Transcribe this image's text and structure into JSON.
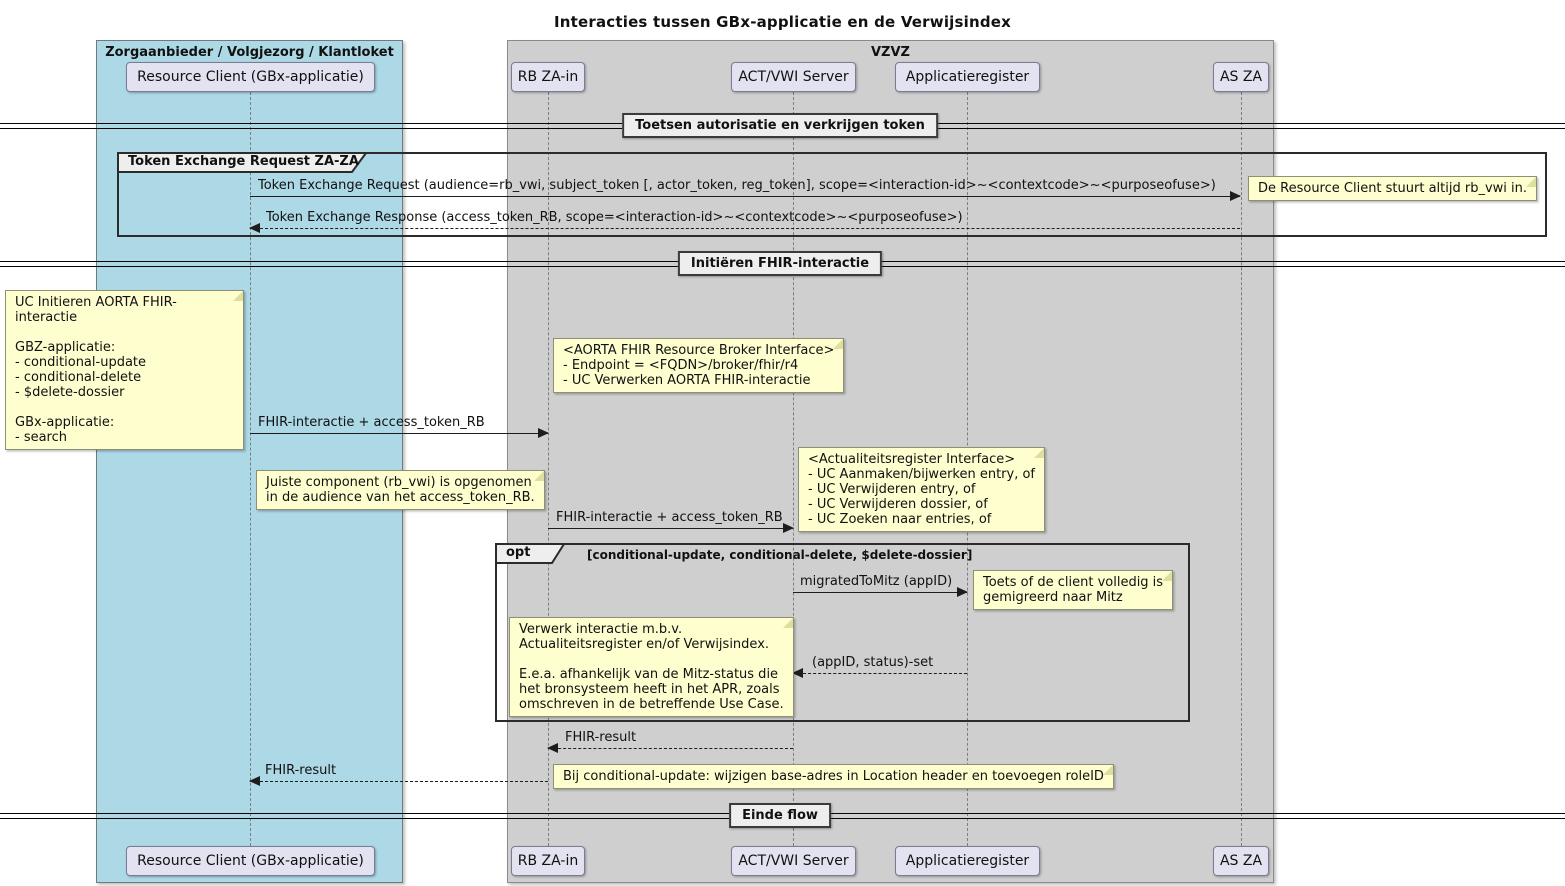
{
  "title": "Interacties tussen GBx-applicatie en de Verwijsindex",
  "colors": {
    "zorgaanbieder_box": "#add8e6",
    "vzvz_box": "#cfcfcf",
    "participant_fill": "#e2e2f0",
    "note_fill": "#fefece",
    "frame_tab_fill": "#eeeeee"
  },
  "boxes": {
    "zorgaanbieder": {
      "label": "Zorgaanbieder / Volgjezorg / Klantloket"
    },
    "vzvz": {
      "label": "VZVZ"
    }
  },
  "participants": [
    {
      "label": "Resource Client (GBx-applicatie)"
    },
    {
      "label": "RB ZA-in"
    },
    {
      "label": "ACT/VWI Server"
    },
    {
      "label": "Applicatieregister"
    },
    {
      "label": "AS ZA"
    }
  ],
  "dividers": [
    {
      "label": "Toetsen autorisatie en verkrijgen token"
    },
    {
      "label": "Initiëren FHIR-interactie"
    },
    {
      "label": "Einde flow"
    }
  ],
  "frames": {
    "token_exchange": {
      "label": "Token Exchange Request ZA-ZA"
    },
    "opt": {
      "keyword": "opt",
      "condition": "[conditional-update, conditional-delete, $delete-dossier]"
    }
  },
  "messages": [
    {
      "label": "Token Exchange Request (audience=rb_vwi, subject_token [, actor_token, reg_token], scope=<interaction-id>~<contextcode>~<purposeofuse>)",
      "style": "solid",
      "direction": "right",
      "from": "Resource Client (GBx-applicatie)",
      "to": "AS ZA"
    },
    {
      "label": "Token Exchange Response (access_token_RB, scope=<interaction-id>~<contextcode>~<purposeofuse>)",
      "style": "dashed",
      "direction": "left",
      "from": "AS ZA",
      "to": "Resource Client (GBx-applicatie)"
    },
    {
      "label": "FHIR-interactie + access_token_RB",
      "style": "solid",
      "direction": "right",
      "from": "Resource Client (GBx-applicatie)",
      "to": "RB ZA-in"
    },
    {
      "label": "FHIR-interactie + access_token_RB",
      "style": "solid",
      "direction": "right",
      "from": "RB ZA-in",
      "to": "ACT/VWI Server"
    },
    {
      "label": "migratedToMitz (appID)",
      "style": "solid",
      "direction": "right",
      "from": "ACT/VWI Server",
      "to": "Applicatieregister"
    },
    {
      "label": "(appID, status)-set",
      "style": "dashed",
      "direction": "left",
      "from": "Applicatieregister",
      "to": "ACT/VWI Server"
    },
    {
      "label": "FHIR-result",
      "style": "dashed",
      "direction": "left",
      "from": "ACT/VWI Server",
      "to": "RB ZA-in"
    },
    {
      "label": "FHIR-result",
      "style": "dashed",
      "direction": "left",
      "from": "RB ZA-in",
      "to": "Resource Client (GBx-applicatie)"
    }
  ],
  "notes": [
    {
      "text": "De Resource Client stuurt altijd rb_vwi in."
    },
    {
      "text": "UC Initieren AORTA FHIR-interactie\n\nGBZ-applicatie:\n- conditional-update\n- conditional-delete\n- $delete-dossier\n\nGBx-applicatie:\n- search"
    },
    {
      "text": "<AORTA FHIR Resource Broker Interface>\n- Endpoint = <FQDN>/broker/fhir/r4\n- UC Verwerken AORTA FHIR-interactie"
    },
    {
      "text": "Juiste component (rb_vwi) is opgenomen\nin de audience van het access_token_RB."
    },
    {
      "text": "<Actualiteitsregister Interface>\n- UC Aanmaken/bijwerken entry, of\n- UC Verwijderen entry, of\n- UC Verwijderen dossier, of\n- UC Zoeken naar entries, of"
    },
    {
      "text": "Toets of de client volledig is\ngemigreerd naar Mitz"
    },
    {
      "text": "Verwerk interactie m.b.v.\nActualiteitsregister en/of Verwijsindex.\n\nE.e.a. afhankelijk van de Mitz-status die\nhet bronsysteem heeft in het APR, zoals\nomschreven in de betreffende Use Case."
    },
    {
      "text": "Bij conditional-update: wijzigen base-adres in Location header en toevoegen roleID"
    }
  ]
}
